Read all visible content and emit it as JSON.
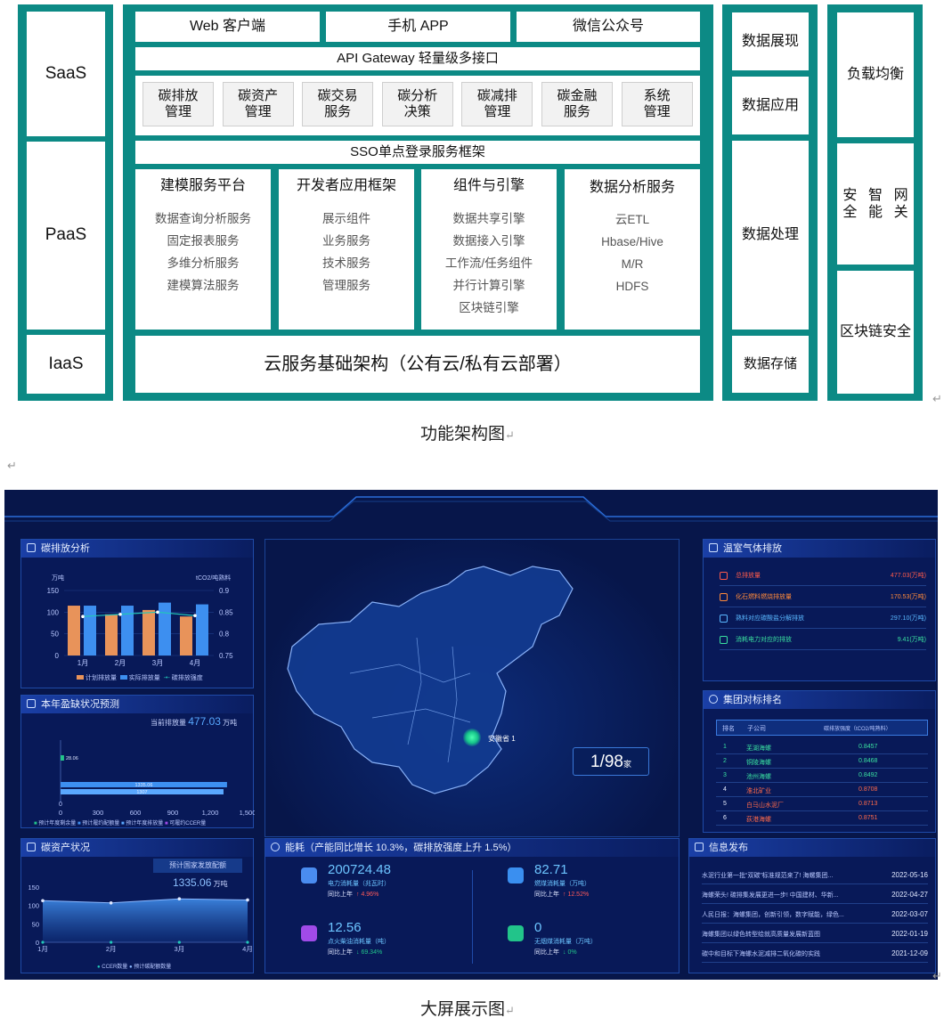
{
  "arch": {
    "layers": [
      "SaaS",
      "PaaS",
      "IaaS"
    ],
    "clients": [
      "Web 客户端",
      "手机 APP",
      "微信公众号"
    ],
    "gateway": "API Gateway 轻量级多接口",
    "services": [
      [
        "碳排放",
        "管理"
      ],
      [
        "碳资产",
        "管理"
      ],
      [
        "碳交易",
        "服务"
      ],
      [
        "碳分析",
        "决策"
      ],
      [
        "碳减排",
        "管理"
      ],
      [
        "碳金融",
        "服务"
      ],
      [
        "系统",
        "管理"
      ]
    ],
    "sso": "SSO单点登录服务框架",
    "columns": [
      {
        "title": "建模服务平台",
        "items": [
          "数据查询分析服务",
          "固定报表服务",
          "多维分析服务",
          "建模算法服务"
        ]
      },
      {
        "title": "开发者应用框架",
        "items": [
          "展示组件",
          "业务服务",
          "技术服务",
          "管理服务"
        ]
      },
      {
        "title": "组件与引擎",
        "items": [
          "数据共享引擎",
          "数据接入引擎",
          "工作流/任务组件",
          "并行计算引擎",
          "区块链引擎"
        ]
      },
      {
        "title": "数据分析服务",
        "items": [
          "云ETL",
          "Hbase/Hive",
          "M/R",
          "HDFS"
        ]
      }
    ],
    "infra": "云服务基础架构（公有云/私有云部署）",
    "data_col": [
      [
        "数据",
        "展现"
      ],
      [
        "数据",
        "应用"
      ],
      [
        "数据",
        "处理"
      ],
      [
        "数据存储"
      ]
    ],
    "sec_col": [
      [
        "负载",
        "均衡"
      ],
      [
        "安全",
        "智能",
        "网关"
      ],
      [
        "区块链",
        "安全"
      ]
    ],
    "caption": "功能架构图",
    "caption2": "大屏展示图",
    "para_mark": "↵"
  },
  "dash": {
    "carbon": {
      "title": "碳排放分析",
      "unit_left": "万吨",
      "unit_right": "tCO2/吨熟料",
      "legend": [
        "计划排放量",
        "实际排放量",
        "碳排放强度"
      ],
      "colors": {
        "plan": "#e8935a",
        "actual": "#3d8ff0",
        "line": "#22c7b8"
      }
    },
    "forecast": {
      "title": "本年盈缺状况预测",
      "current_label": "当前排放量",
      "current_value": "477.03",
      "current_unit": "万吨",
      "bar_labels": [
        "28.06",
        "1335.06",
        "1307"
      ],
      "legend": [
        "预计年度剩余量",
        "预计履约配额量",
        "预计年度排放量",
        "可履约CCER量"
      ]
    },
    "asset": {
      "title": "碳资产状况",
      "box_label": "预计国家发放配额",
      "box_value": "1335.06",
      "box_unit": "万吨",
      "legend": [
        "CCER数量",
        "预计碳配额数量"
      ]
    },
    "map": {
      "marker_label": "安徽省",
      "marker_count": "1",
      "ratio": "1/98",
      "ratio_unit": "家"
    },
    "energy": {
      "title": "能耗（产能同比增长 10.3%，碳排放强度上升 1.5%）",
      "items": [
        {
          "value": "200724.48",
          "label": "电力消耗量（兆瓦时）",
          "yoy_label": "同比上年",
          "yoy": "↑ 4.96%",
          "color": "#4a8cf0"
        },
        {
          "value": "82.71",
          "label": "燃煤消耗量（万吨）",
          "yoy_label": "同比上年",
          "yoy": "↑ 12.52%",
          "color": "#3a8ff0"
        },
        {
          "value": "12.56",
          "label": "点火柴油消耗量（吨）",
          "yoy_label": "同比上年",
          "yoy": "↓ 69.34%",
          "color": "#a04be8"
        },
        {
          "value": "0",
          "label": "无烟煤消耗量（万吨）",
          "yoy_label": "同比上年",
          "yoy": "↓ 0%",
          "color": "#22c48a"
        }
      ]
    },
    "ghg": {
      "title": "温室气体排放",
      "rows": [
        {
          "label": "总排放量",
          "value": "477.03(万吨)",
          "color": "#ff5a4a"
        },
        {
          "label": "化石燃料燃烧排放量",
          "value": "170.53(万吨)",
          "color": "#ff8a3a"
        },
        {
          "label": "熟料对应碳酸盐分解排放",
          "value": "297.10(万吨)",
          "color": "#5ab8ff"
        },
        {
          "label": "消耗电力对应的排放",
          "value": "9.41(万吨)",
          "color": "#3ae0a0"
        }
      ]
    },
    "ranking": {
      "title": "集团对标排名",
      "headers": [
        "排名",
        "子公司",
        "碳排放强度（tCO2/吨熟料）"
      ],
      "rows": [
        {
          "rank": "1",
          "name": "芜湖海螺",
          "value": "0.8457"
        },
        {
          "rank": "2",
          "name": "铜陵海螺",
          "value": "0.8468"
        },
        {
          "rank": "3",
          "name": "池州海螺",
          "value": "0.8492"
        },
        {
          "rank": "4",
          "name": "淮北矿业",
          "value": "0.8708"
        },
        {
          "rank": "5",
          "name": "白马山水泥厂",
          "value": "0.8713"
        },
        {
          "rank": "6",
          "name": "荻港海螺",
          "value": "0.8751"
        }
      ]
    },
    "news": {
      "title": "信息发布",
      "rows": [
        {
          "text": "水泥行业第一批“双碳”标准规范来了! 海螺集团...",
          "date": "2022-05-16"
        },
        {
          "text": "海螺荣头! 碳排集发展更进一步! 中国建材、华新...",
          "date": "2022-04-27"
        },
        {
          "text": "人民日报：海螺集团，创新引领，数字赋能，绿色...",
          "date": "2022-03-07"
        },
        {
          "text": "海螺集团以绿色转型绘就高质量发展新蓝图",
          "date": "2022-01-19"
        },
        {
          "text": "碳中和目标下海螺水泥减排二氧化碳的实践",
          "date": "2021-12-09"
        }
      ]
    }
  },
  "chart_data": [
    {
      "type": "bar",
      "categories": [
        "1月",
        "2月",
        "3月",
        "4月"
      ],
      "series": [
        {
          "name": "计划排放量",
          "values": [
            115,
            95,
            105,
            90
          ]
        },
        {
          "name": "实际排放量",
          "values": [
            115,
            115,
            122,
            118
          ]
        },
        {
          "name": "碳排放强度",
          "values": [
            0.84,
            0.845,
            0.85,
            0.842
          ]
        }
      ],
      "ylim": [
        0,
        150
      ],
      "yticks": [
        0,
        50,
        100,
        150
      ],
      "y2lim": [
        0.75,
        0.9
      ],
      "y2ticks": [
        0.75,
        0.8,
        0.85,
        0.9
      ],
      "legend": "bottom"
    },
    {
      "type": "bar",
      "orientation": "horizontal",
      "series": [
        {
          "name": "预计年度剩余量",
          "values": [
            28.06
          ]
        },
        {
          "name": "预计履约配额量",
          "values": [
            1335.06
          ]
        },
        {
          "name": "预计年度排放量",
          "values": [
            1307
          ]
        }
      ],
      "xlim": [
        0,
        1500
      ],
      "xticks": [
        0,
        300,
        600,
        900,
        1200,
        1500
      ],
      "xtick_labels": [
        "0",
        "300",
        "600",
        "900",
        "1,200",
        "1,500"
      ],
      "legend": "bottom"
    },
    {
      "type": "area",
      "x": [
        "1月",
        "2月",
        "3月",
        "4月"
      ],
      "series": [
        {
          "name": "预计碳配额数量",
          "values": [
            113,
            107,
            118,
            115
          ]
        }
      ],
      "ylim": [
        0,
        150
      ],
      "yticks": [
        0,
        50,
        100,
        150
      ],
      "legend": "bottom"
    }
  ]
}
